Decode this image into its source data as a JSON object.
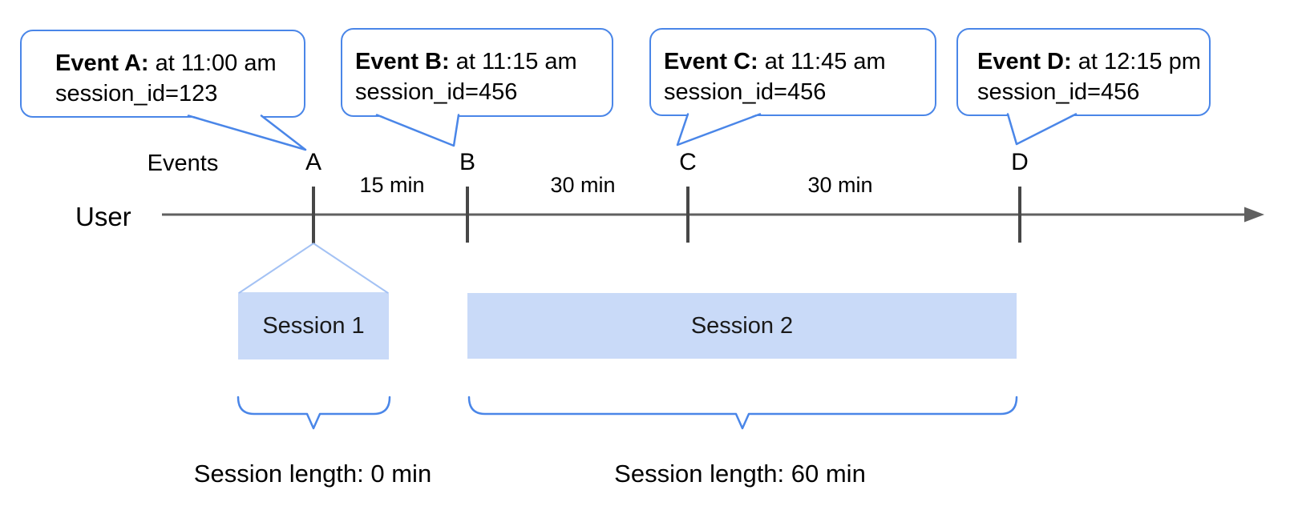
{
  "diagram": {
    "events_axis_label": "Events",
    "user_label": "User",
    "bubbles": [
      {
        "title": "Event A:",
        "time": "at 11:00 am",
        "session_id": "session_id=123"
      },
      {
        "title": "Event B:",
        "time": "at 11:15 am",
        "session_id": "session_id=456"
      },
      {
        "title": "Event C:",
        "time": "at 11:45 am",
        "session_id": "session_id=456"
      },
      {
        "title": "Event D:",
        "time": "at 12:15 pm",
        "session_id": "session_id=456"
      }
    ],
    "timeline": {
      "event_letters": [
        "A",
        "B",
        "C",
        "D"
      ],
      "intervals": [
        "15 min",
        "30 min",
        "30 min"
      ]
    },
    "sessions": [
      {
        "label": "Session 1",
        "length_label": "Session length: 0 min"
      },
      {
        "label": "Session 2",
        "length_label": "Session length: 60 min"
      }
    ],
    "colors": {
      "bubble_border": "#4a86e8",
      "brace": "#4a86e8",
      "session_fill": "#c9daf8",
      "funnel_line": "#a4c2f4",
      "axis_line": "#606060",
      "tick": "#474747",
      "text": "#000000"
    }
  }
}
